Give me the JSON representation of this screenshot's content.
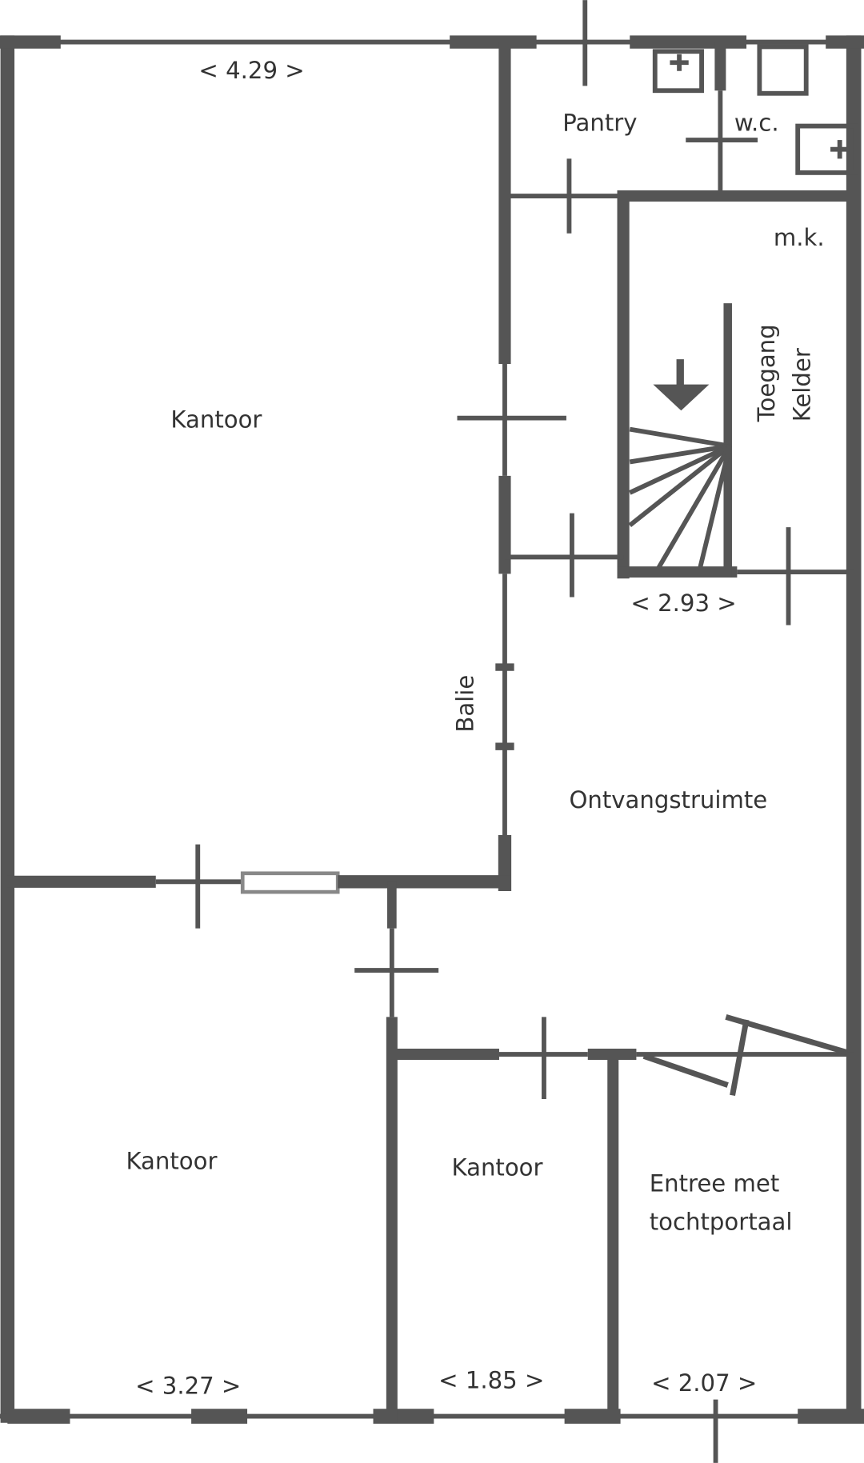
{
  "plan": {
    "rooms": {
      "kantoor_main": "Kantoor",
      "pantry": "Pantry",
      "wc": "w.c.",
      "mk": "m.k.",
      "toegang": "Toegang",
      "kelder": "Kelder",
      "balie": "Balie",
      "ontvang": "Ontvangstruimte",
      "kantoor_left": "Kantoor",
      "kantoor_mid": "Kantoor",
      "entree_1": "Entree met",
      "entree_2": "tochtportaal"
    },
    "dimensions": {
      "top": "< 4.29 >",
      "stair": "<  2.93  >",
      "bottom_left": "<  3.27  >",
      "bottom_mid": "<  1.85  >",
      "bottom_right": "<  2.07 >"
    },
    "colors": {
      "wall": "#555555",
      "background": "#ffffff"
    }
  }
}
